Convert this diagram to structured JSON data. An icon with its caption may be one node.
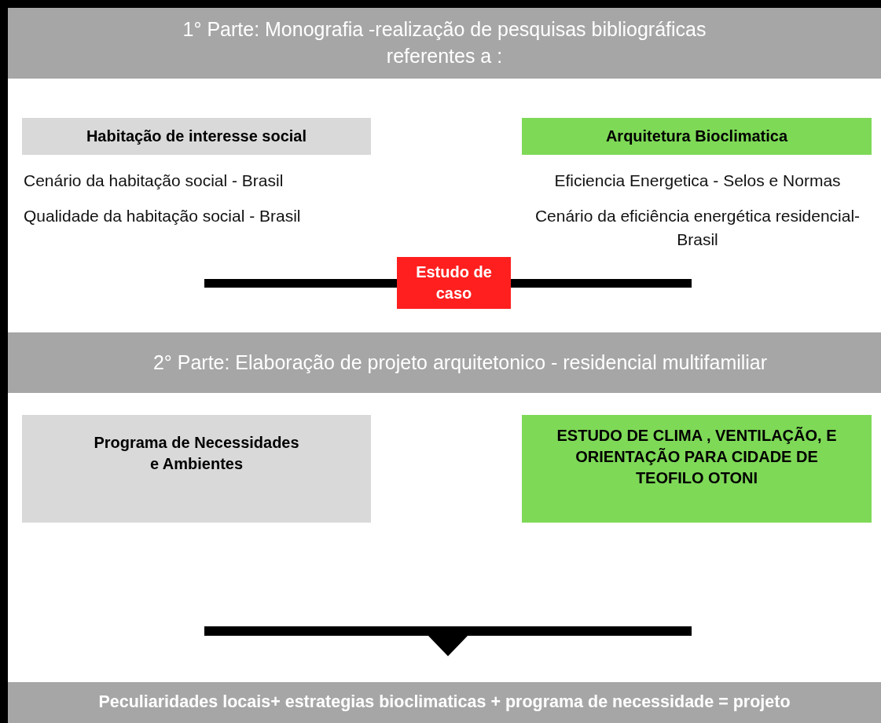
{
  "diagram": {
    "nodes": [
      {
        "text": [
          "1° Parte: Monografia -realização de pesquisas bibliográficas referentes a :"
        ]
      },
      {
        "text": [
          "Habitação de interesse social"
        ],
        "beside": [
          "Cenário da habitação social - Brasil",
          "Qualidade da habitação social - Brasil"
        ]
      },
      {
        "text": [
          "Arquitetura Bioclimatica"
        ],
        "beside": [
          "Eficiencia Energetica - Selos e Normas",
          "Cenário da eficiência energética residencial- Brasil"
        ]
      },
      {
        "text": [
          "Estudo de caso"
        ]
      },
      {
        "text": [
          "2° Parte: Elaboração de projeto arquitetonico - residencial multifamiliar"
        ]
      },
      {
        "text": [
          "Programa de Necessidades e Ambientes"
        ]
      },
      {
        "text": [
          "ESTUDO DE CLIMA , VENTILAÇÃO, E ORIENTAÇÃO PARA CIDADE DE TEOFILO OTONI"
        ]
      },
      {
        "text": [],
        "shape": "bar"
      },
      {
        "text": [
          "Peculiaridades locais+ estrategias bioclimaticas + programa de necessidade = projeto"
        ]
      }
    ]
  }
}
